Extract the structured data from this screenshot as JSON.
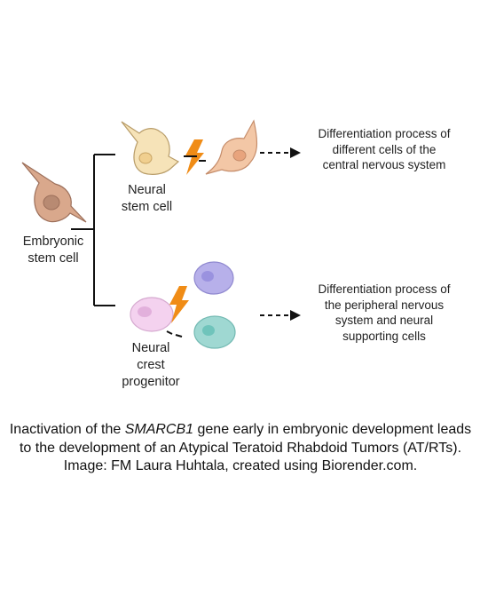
{
  "labels": {
    "embryonic": [
      "Embryonic",
      "stem cell"
    ],
    "neural_stem": [
      "Neural",
      "stem cell"
    ],
    "neural_crest": [
      "Neural",
      "crest",
      "progenitor"
    ]
  },
  "descriptions": {
    "cns": [
      "Differentiation process of",
      "different cells of the",
      "central nervous system"
    ],
    "pns": [
      "Differentiation process of",
      "the peripheral nervous",
      "system and neural",
      "supporting cells"
    ]
  },
  "caption": {
    "part1": "Inactivation of the ",
    "gene": "SMARCB1",
    "part2": " gene early in embryonic development leads to the development of an Atypical Teratoid Rhabdoid Tumors (AT/RTs).  Image: FM Laura Huhtala, created using Biorender.com."
  },
  "colors": {
    "embryonic_cell": "#d9a88c",
    "neural_stem_cell": "#f6e3b8",
    "differentiated_cns_cell": "#f3c7a6",
    "neural_crest_cell": "#f4d2ef",
    "pns_cell_purple": "#b7b0ea",
    "pns_cell_teal": "#9fd8d2",
    "lightning": "#f08c16"
  },
  "icons": [
    "lightning-bolt-icon",
    "arrow-right-icon"
  ]
}
